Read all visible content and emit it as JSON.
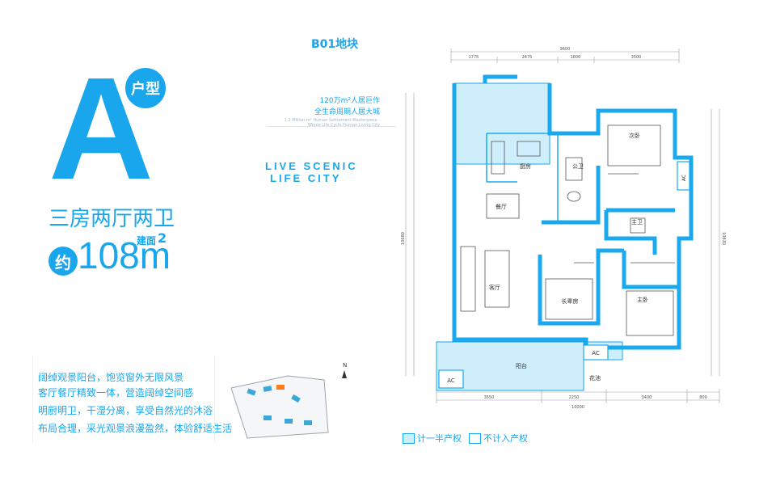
{
  "title": {
    "letter": "A",
    "badge": "户型",
    "rooms": "三房两厅两卫",
    "area_prefix": "约",
    "area_value": "108",
    "area_unit_m": "m",
    "area_label": "建面",
    "area_sup": "2"
  },
  "header": {
    "plot": "B01地块",
    "slogan_line1": "120万m²人居巨作",
    "slogan_line2": "全生命周期人居大城",
    "slogan_en": "1.2 Million m² Human Settlement Masterpiece · Whole Life Cycle Human Living City",
    "live_line1": "LIVE SCENIC",
    "live_line2": "LIFE CITY"
  },
  "features": [
    "阔绰观景阳台，饱览窗外无限风景",
    "客厅餐厅精致一体，营造阔绰空间感",
    "明厨明卫，干湿分离，享受自然光的沐浴",
    "布局合理，采光观景浪漫盈然，体验舒适生活"
  ],
  "legend": {
    "half": "计一半产权",
    "none": "不计入产权"
  },
  "rooms": {
    "kitchen": "厨房",
    "dining": "餐厅",
    "living": "客厅",
    "bath_public": "公卫",
    "bedroom2": "次卧",
    "bath_master": "主卫",
    "master": "主卧",
    "elder": "长辈房",
    "balcony": "阳台",
    "ac": "AC",
    "garden": "花池"
  },
  "dims": {
    "top_total": "9600",
    "top_1": "1775",
    "top_2": "2475",
    "top_3": "1800",
    "top_4": "3500",
    "bottom_total": "10000",
    "bottom_1": "3550",
    "bottom_2": "2250",
    "bottom_3": "3400",
    "bottom_4": "800",
    "left_total": "10680",
    "right_total": "10830"
  },
  "compass": "N",
  "colors": {
    "accent": "#19a6ec",
    "wall": "#1ba9ee",
    "shade": "#cfeefc"
  }
}
